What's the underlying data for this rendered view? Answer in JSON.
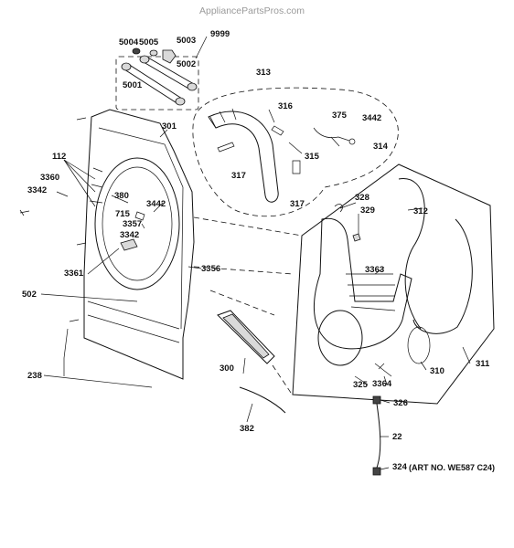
{
  "watermark": "AppliancePartsPros.com",
  "art_number": "(ART NO. WE587 C24)",
  "callouts": {
    "c5004": "5004",
    "c5005": "5005",
    "c5003": "5003",
    "c9999": "9999",
    "c5002": "5002",
    "c5001": "5001",
    "c313": "313",
    "c316": "316",
    "c375": "375",
    "c3442a": "3442",
    "c314": "314",
    "c315": "315",
    "c317a": "317",
    "c317b": "317",
    "c301": "301",
    "c112": "112",
    "c3360": "3360",
    "c3342a": "3342",
    "c380": "380",
    "c3442b": "3442",
    "c715": "715",
    "c3357": "3357",
    "c3342b": "3342",
    "c3361": "3361",
    "c3356": "3356",
    "c502": "502",
    "c238": "238",
    "c300": "300",
    "c382": "382",
    "c328": "328",
    "c329": "329",
    "c312": "312",
    "c3363": "3363",
    "c311": "311",
    "c310": "310",
    "c325": "325",
    "c3364": "3364",
    "c326": "326",
    "c22": "22",
    "c324": "324"
  }
}
